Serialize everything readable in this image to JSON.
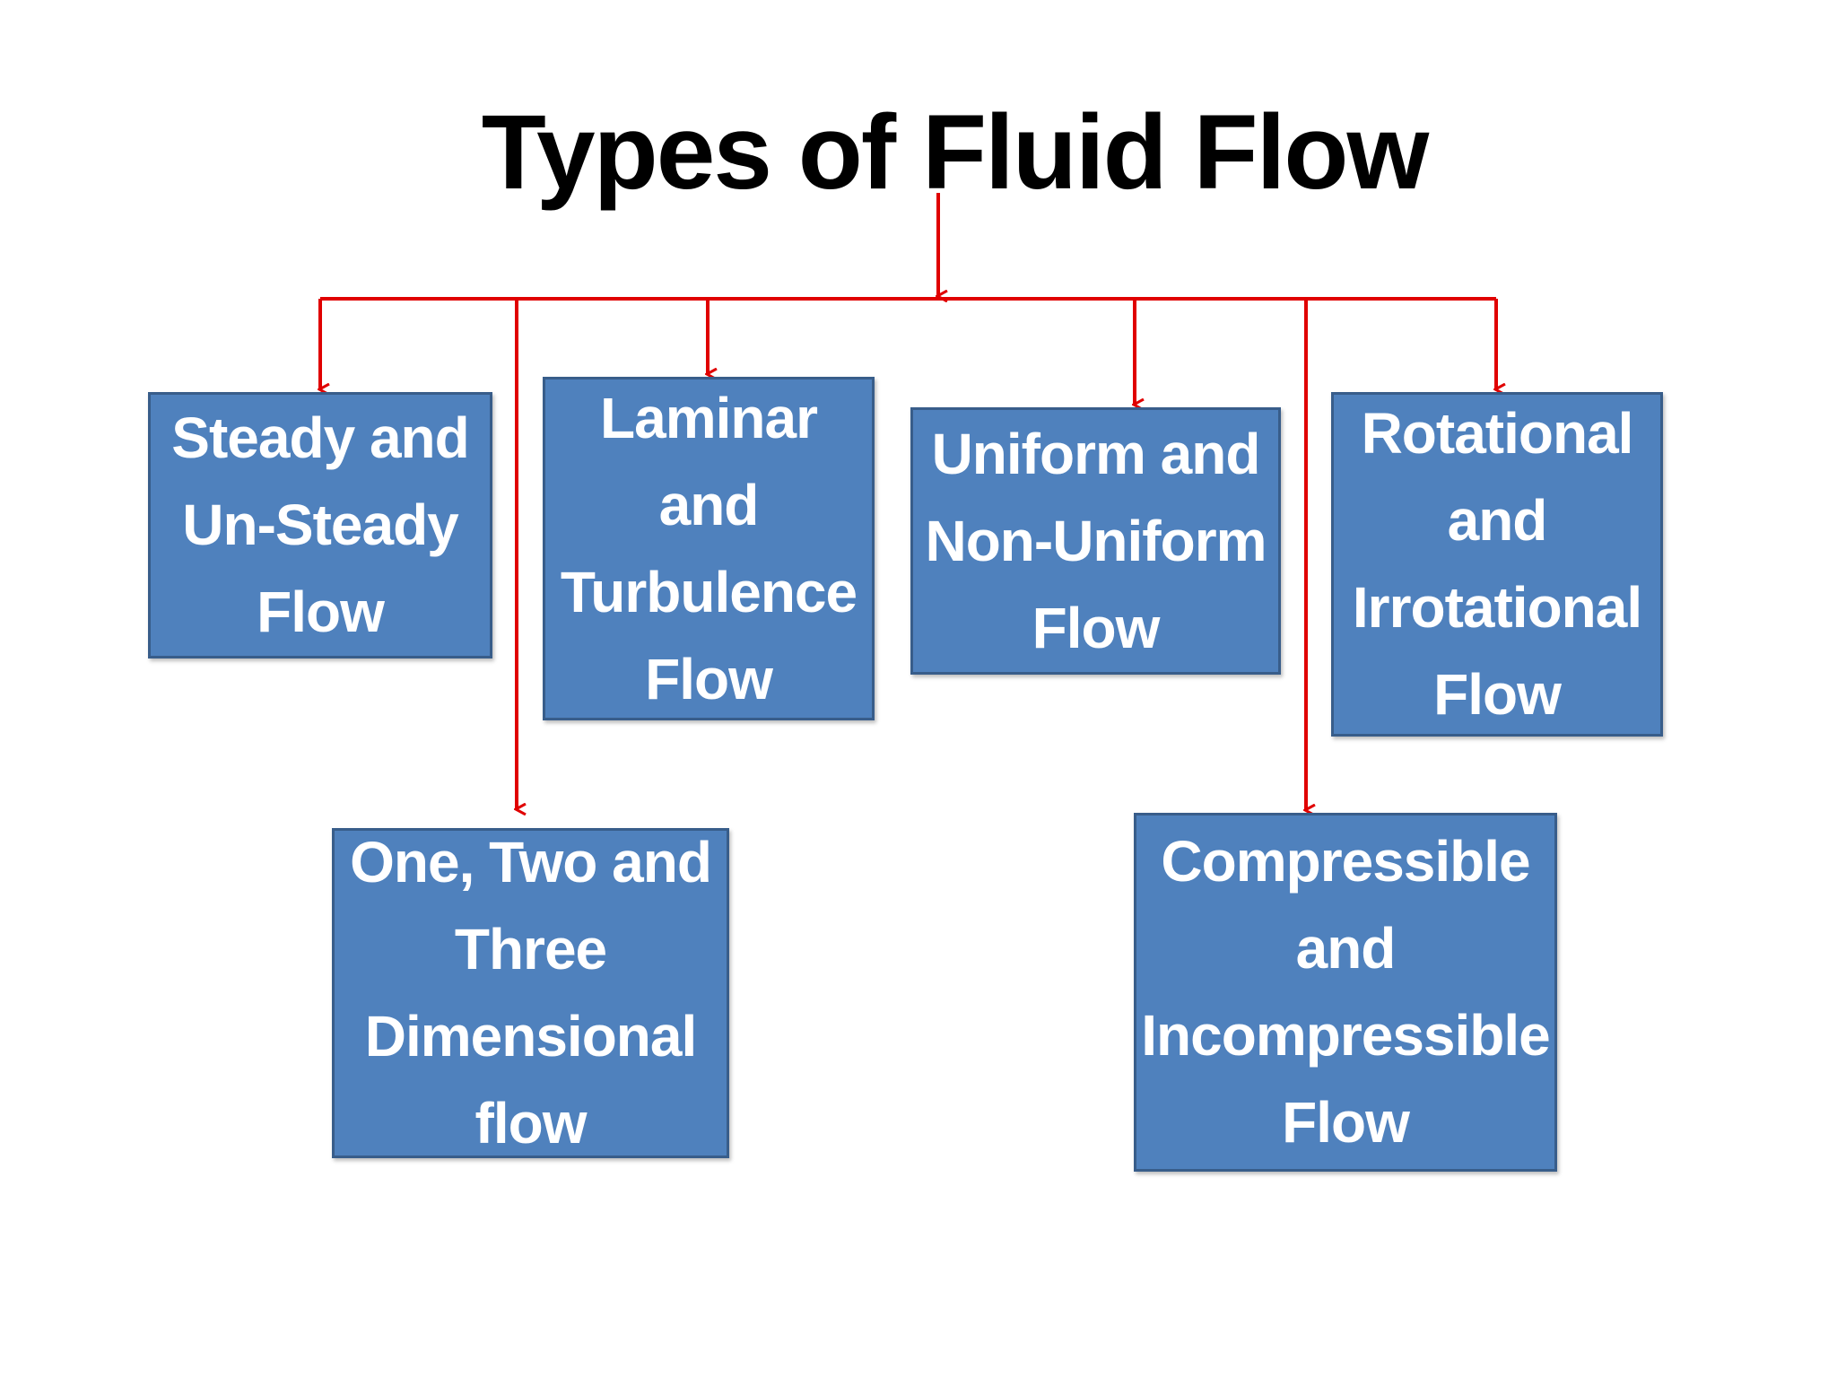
{
  "title": "Types of Fluid Flow",
  "colors": {
    "box_fill": "#4f81bd",
    "box_border": "#385d8a",
    "connector": "#e00000",
    "title_text": "#000000",
    "box_text": "#ffffff"
  },
  "categories": [
    {
      "id": "steady",
      "label": "Steady and\nUn-Steady\nFlow"
    },
    {
      "id": "laminar",
      "label": "Laminar\nand\nTurbulence\nFlow"
    },
    {
      "id": "uniform",
      "label": "Uniform and\nNon-Uniform\nFlow"
    },
    {
      "id": "rotational",
      "label": "Rotational\nand\nIrrotational\nFlow"
    },
    {
      "id": "dimensional",
      "label": "One, Two and\nThree\nDimensional\nflow"
    },
    {
      "id": "compressible",
      "label": "Compressible\nand\nIncompressible\nFlow"
    }
  ]
}
